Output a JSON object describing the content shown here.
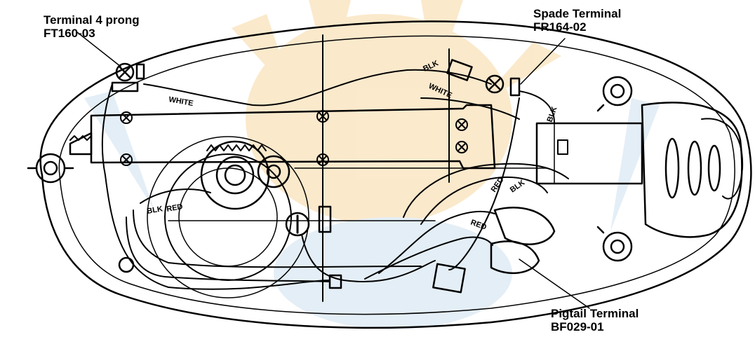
{
  "callouts": {
    "terminal_4_prong": {
      "line1": "Terminal 4 prong",
      "line2": "FT160-03"
    },
    "spade_terminal": {
      "line1": "Spade Terminal",
      "line2": "FR164-02"
    },
    "pigtail_terminal": {
      "line1": "Pigtail Terminal",
      "line2": "BF029-01"
    }
  },
  "wire_labels": {
    "white_left": "WHITE",
    "white_right": "WHITE",
    "blk_top": "BLK",
    "blk_right": "BLK",
    "blk_lower": "BLK",
    "red_lower": "RED",
    "blk_left": "BLK",
    "red_left": "RED",
    "red_mid": "RED"
  },
  "colors": {
    "line": "#000000",
    "background": "#ffffff",
    "watermark": "#f4b44a",
    "watermark_blue": "#9fc3e0"
  }
}
